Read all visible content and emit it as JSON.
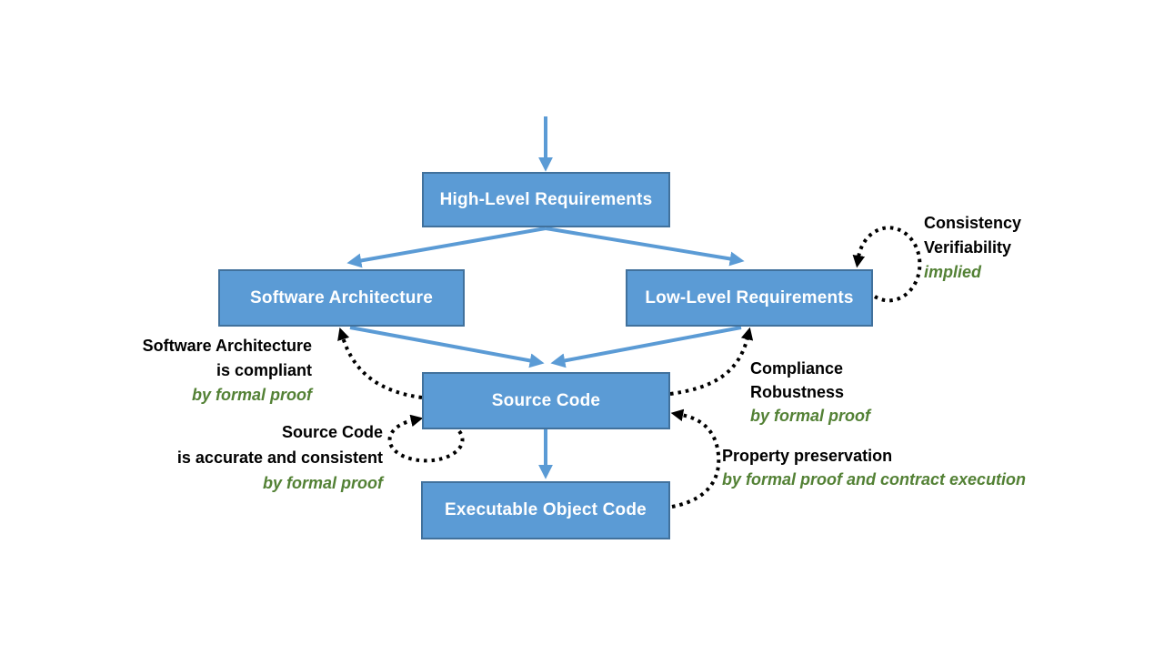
{
  "diagram": {
    "title_hint": "software verification flow diagram",
    "boxes": [
      {
        "id": "high-level-requirements",
        "label": "High-Level Requirements"
      },
      {
        "id": "software-architecture",
        "label": "Software Architecture"
      },
      {
        "id": "low-level-requirements",
        "label": "Low-Level Requirements"
      },
      {
        "id": "source-code",
        "label": "Source Code"
      },
      {
        "id": "executable-object-code",
        "label": "Executable Object Code"
      }
    ],
    "annotations": [
      {
        "id": "llr-consistency",
        "lines": [
          "Consistency",
          "Verifiability"
        ],
        "method": "implied"
      },
      {
        "id": "sa-compliant",
        "lines": [
          "Software Architecture",
          "is compliant"
        ],
        "method": "by formal proof"
      },
      {
        "id": "sc-accurate",
        "lines": [
          "Source Code",
          "is accurate and consistent"
        ],
        "method": "by formal proof"
      },
      {
        "id": "sc-compliance",
        "lines": [
          "Compliance",
          "Robustness"
        ],
        "method": "by formal proof"
      },
      {
        "id": "eoc-preservation",
        "lines": [
          "Property preservation"
        ],
        "method": "by formal proof and contract execution"
      }
    ],
    "solid_arrows": [
      {
        "from": "start",
        "to": "high-level-requirements"
      },
      {
        "from": "high-level-requirements",
        "to": "software-architecture"
      },
      {
        "from": "high-level-requirements",
        "to": "low-level-requirements"
      },
      {
        "from": "software-architecture",
        "to": "source-code"
      },
      {
        "from": "low-level-requirements",
        "to": "source-code"
      },
      {
        "from": "source-code",
        "to": "executable-object-code"
      }
    ],
    "dotted_arrows": [
      {
        "from": "low-level-requirements",
        "to": "low-level-requirements",
        "annotation": "llr-consistency"
      },
      {
        "from": "source-code",
        "to": "software-architecture",
        "annotation": "sa-compliant"
      },
      {
        "from": "source-code",
        "to": "source-code",
        "annotation": "sc-accurate"
      },
      {
        "from": "source-code",
        "to": "low-level-requirements",
        "annotation": "sc-compliance"
      },
      {
        "from": "executable-object-code",
        "to": "source-code",
        "annotation": "eoc-preservation"
      }
    ],
    "colors": {
      "background": "#FFFFFF",
      "box_fill": "#5B9BD5",
      "box_border": "#41719C",
      "box_text": "#FFFFFF",
      "solid_arrow": "#5B9BD5",
      "dotted_arrow": "#000000",
      "annotation_text": "#000000",
      "method_text": "#538135"
    }
  }
}
